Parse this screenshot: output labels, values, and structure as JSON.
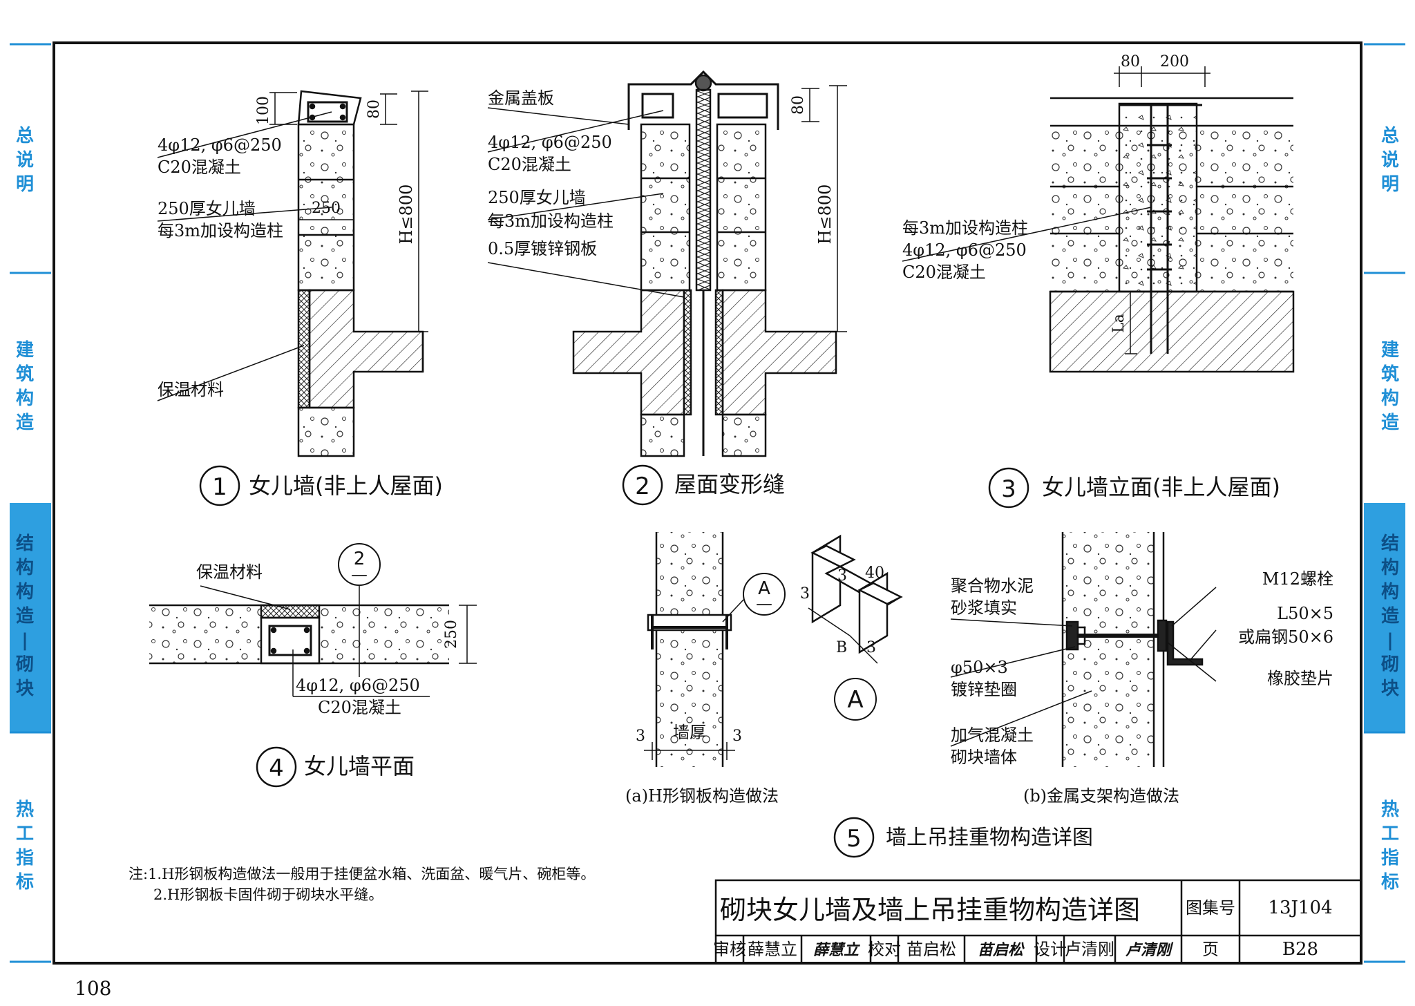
{
  "side_tabs": {
    "general": [
      "总",
      "说",
      "明"
    ],
    "architecture": [
      "建",
      "筑",
      "构",
      "造"
    ],
    "structure": [
      "结",
      "构",
      "构",
      "造",
      "|",
      "砌",
      "块"
    ],
    "thermal": [
      "热",
      "工",
      "指",
      "标"
    ]
  },
  "detail1": {
    "title": "女儿墙(非上人屋面)",
    "number": "1",
    "labels": {
      "rebar": "4φ12, φ6@250",
      "concrete": "C20混凝土",
      "wall": "250厚女儿墙",
      "column": "每3m加设构造柱",
      "insulation": "保温材料",
      "dim_100": "100",
      "dim_80": "80",
      "dim_250": "250",
      "height": "H≤800"
    }
  },
  "detail2": {
    "title": "屋面变形缝",
    "number": "2",
    "labels": {
      "cover": "金属盖板",
      "rebar": "4φ12, φ6@250",
      "concrete": "C20混凝土",
      "wall": "250厚女儿墙",
      "column": "每3m加设构造柱",
      "plate": "0.5厚镀锌钢板",
      "dim_80": "80",
      "height": "H≤800"
    }
  },
  "detail3": {
    "title": "女儿墙立面(非上人屋面)",
    "number": "3",
    "labels": {
      "dim_80": "80",
      "dim_200": "200",
      "column": "每3m加设构造柱",
      "rebar": "4φ12, φ6@250",
      "concrete": "C20混凝土",
      "la": "La"
    }
  },
  "detail4": {
    "title": "女儿墙平面",
    "number": "4",
    "labels": {
      "insulation": "保温材料",
      "ref_top": "2",
      "ref_bottom": "—",
      "dim_250": "250",
      "rebar": "4φ12, φ6@250",
      "concrete": "C20混凝土"
    }
  },
  "detail5": {
    "title": "墙上吊挂重物构造详图",
    "number": "5",
    "sub_a": "(a)H形钢板构造做法",
    "sub_b": "(b)金属支架构造做法",
    "labels": {
      "ref_a_top": "A",
      "ref_a_bottom": "—",
      "dim_3_left": "3",
      "wall_thickness": "墙厚",
      "dim_3_right": "3",
      "iso_3a": "3",
      "iso_40": "40",
      "iso_3b": "3",
      "iso_b": "B",
      "iso_3c": "3",
      "detail_a": "A",
      "mortar1": "聚合物水泥",
      "mortar2": "砂浆填实",
      "washer1": "φ50×3",
      "washer2": "镀锌垫圈",
      "block1": "加气混凝土",
      "block2": "砌块墙体",
      "bolt": "M12螺栓",
      "angle": "L50×5",
      "flat": "或扁钢50×6",
      "pad": "橡胶垫片"
    }
  },
  "notes": {
    "line1": "注:1.H形钢板构造做法一般用于挂便盆水箱、洗面盆、暖气片、碗柜等。",
    "line2": "2.H形钢板卡固件砌于砌块水平缝。"
  },
  "title_block": {
    "drawing_title": "砌块女儿墙及墙上吊挂重物构造详图",
    "atlas_label": "图集号",
    "atlas_no": "13J104",
    "review_label": "审核",
    "reviewer": "薛慧立",
    "reviewer_sig": "薛慧立",
    "check_label": "校对",
    "checker": "苗启松",
    "checker_sig": "苗启松",
    "design_label": "设计",
    "designer": "卢清刚",
    "designer_sig": "卢清刚",
    "page_label": "页",
    "page_no": "B28"
  },
  "page_number": "108",
  "colors": {
    "tab_blue": "#1f8fd6",
    "tab_active_bg": "#2e9fe0",
    "line": "#111111"
  }
}
